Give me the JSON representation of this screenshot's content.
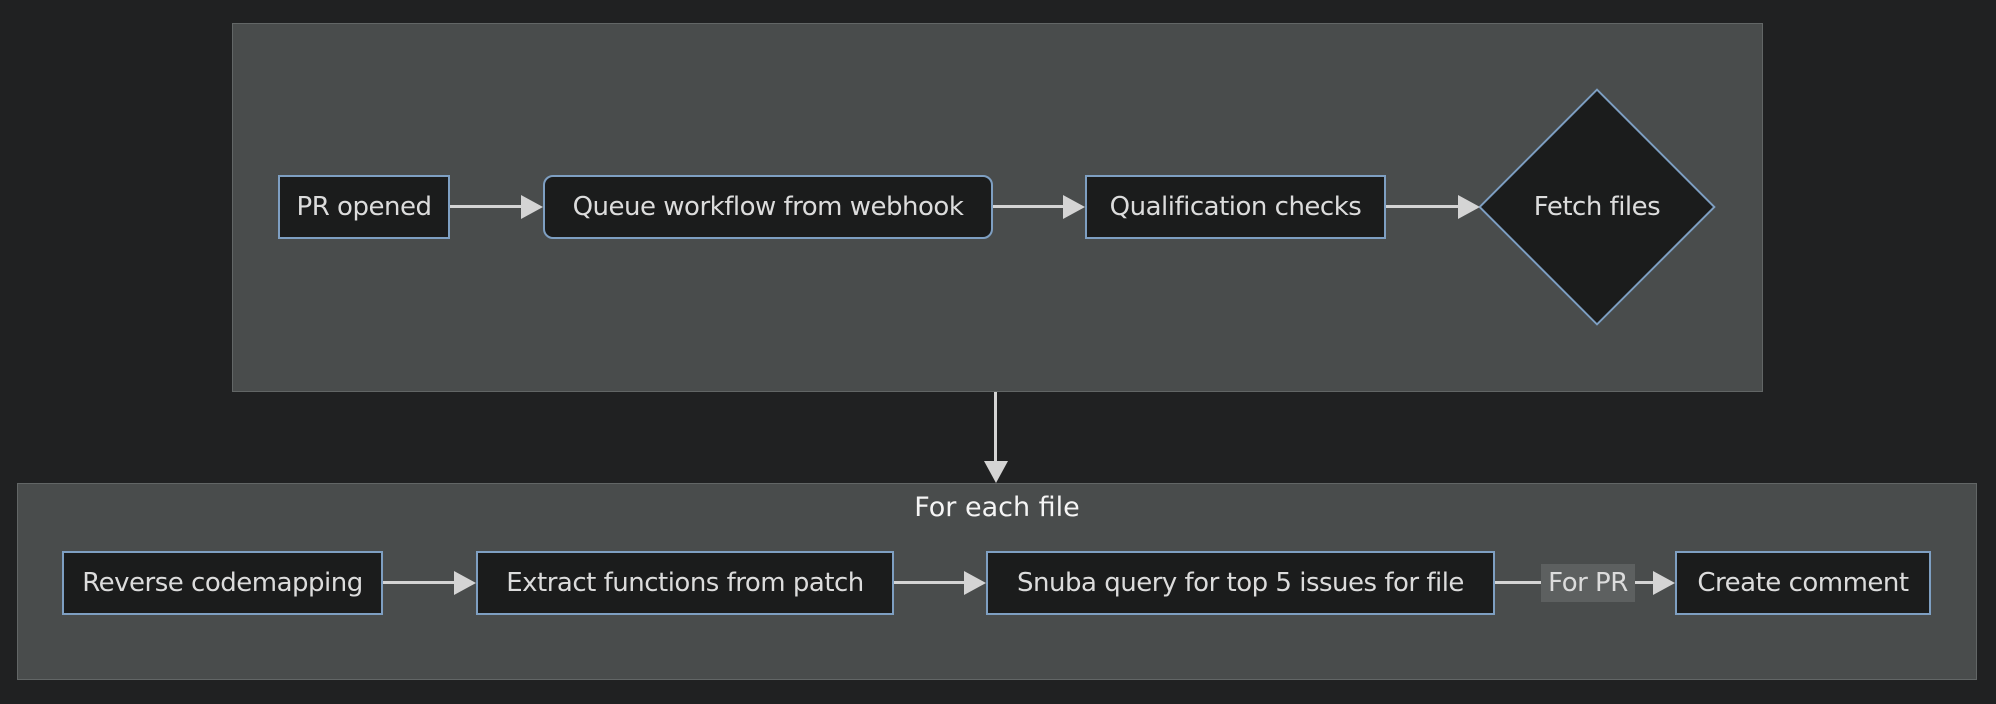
{
  "diagram": {
    "type": "flowchart",
    "direction": "left-to-right"
  },
  "colors": {
    "canvas_bg": "#202122",
    "container_bg": "#494c4c",
    "container_border": "#626666",
    "node_bg": "#1b1c1c",
    "node_border": "#7e9fc2",
    "node_text": "#dcdcdc",
    "arrow": "#d4d4d4",
    "edge_label_bg": "#5d6060",
    "group_title_text": "#f5f5f5"
  },
  "top_group": {
    "title": "",
    "nodes": [
      {
        "id": "pr-opened",
        "label": "PR opened",
        "shape": "rectangle"
      },
      {
        "id": "queue-workflow",
        "label": "Queue workflow from webhook",
        "shape": "rounded-rectangle"
      },
      {
        "id": "qualification-checks",
        "label": "Qualification checks",
        "shape": "rectangle"
      },
      {
        "id": "fetch-files",
        "label": "Fetch files",
        "shape": "diamond"
      }
    ],
    "edges": [
      {
        "from": "pr-opened",
        "to": "queue-workflow",
        "label": ""
      },
      {
        "from": "queue-workflow",
        "to": "qualification-checks",
        "label": ""
      },
      {
        "from": "qualification-checks",
        "to": "fetch-files",
        "label": ""
      }
    ]
  },
  "connector": {
    "from_group": "top",
    "to_group": "bottom",
    "label": ""
  },
  "bottom_group": {
    "title": "For each file",
    "nodes": [
      {
        "id": "reverse-codemapping",
        "label": "Reverse codemapping",
        "shape": "rectangle"
      },
      {
        "id": "extract-functions",
        "label": "Extract functions from patch",
        "shape": "rectangle"
      },
      {
        "id": "snuba-query",
        "label": "Snuba query for top 5 issues for file",
        "shape": "rectangle"
      },
      {
        "id": "create-comment",
        "label": "Create comment",
        "shape": "rectangle"
      }
    ],
    "edges": [
      {
        "from": "reverse-codemapping",
        "to": "extract-functions",
        "label": ""
      },
      {
        "from": "extract-functions",
        "to": "snuba-query",
        "label": ""
      },
      {
        "from": "snuba-query",
        "to": "create-comment",
        "label": "For PR"
      }
    ]
  }
}
